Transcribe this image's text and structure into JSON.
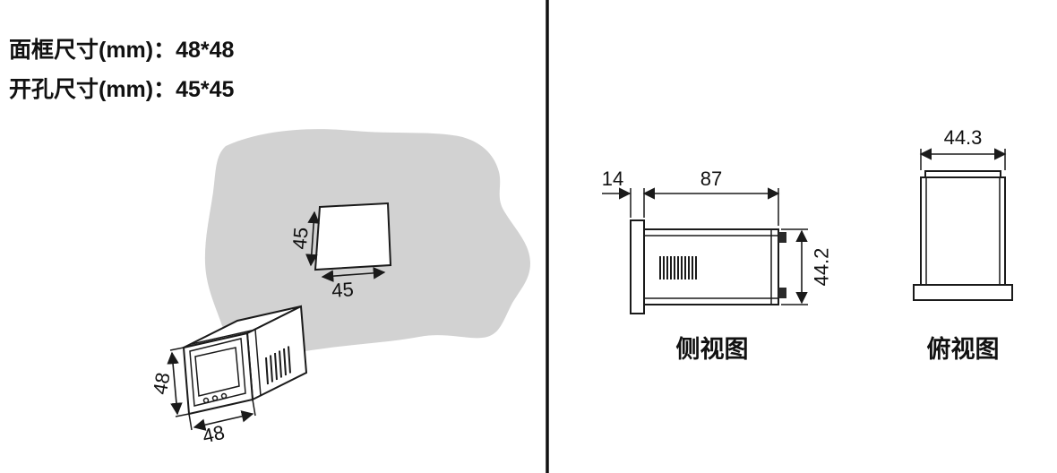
{
  "header": {
    "line1": "面框尺寸(mm)：48*48",
    "line2": "开孔尺寸(mm)：45*45"
  },
  "panel_cutout": {
    "height_label": "45",
    "width_label": "45"
  },
  "instrument_3d": {
    "height_label": "48",
    "width_label": "48"
  },
  "side_view": {
    "title": "侧视图",
    "flange_thickness_label": "14",
    "depth_label": "87",
    "height_label": "44.2"
  },
  "top_view": {
    "title": "俯视图",
    "width_label": "44.3"
  },
  "colors": {
    "ink": "#1a1a1a",
    "panel_gray": "#d2d2d2",
    "background": "#ffffff"
  }
}
